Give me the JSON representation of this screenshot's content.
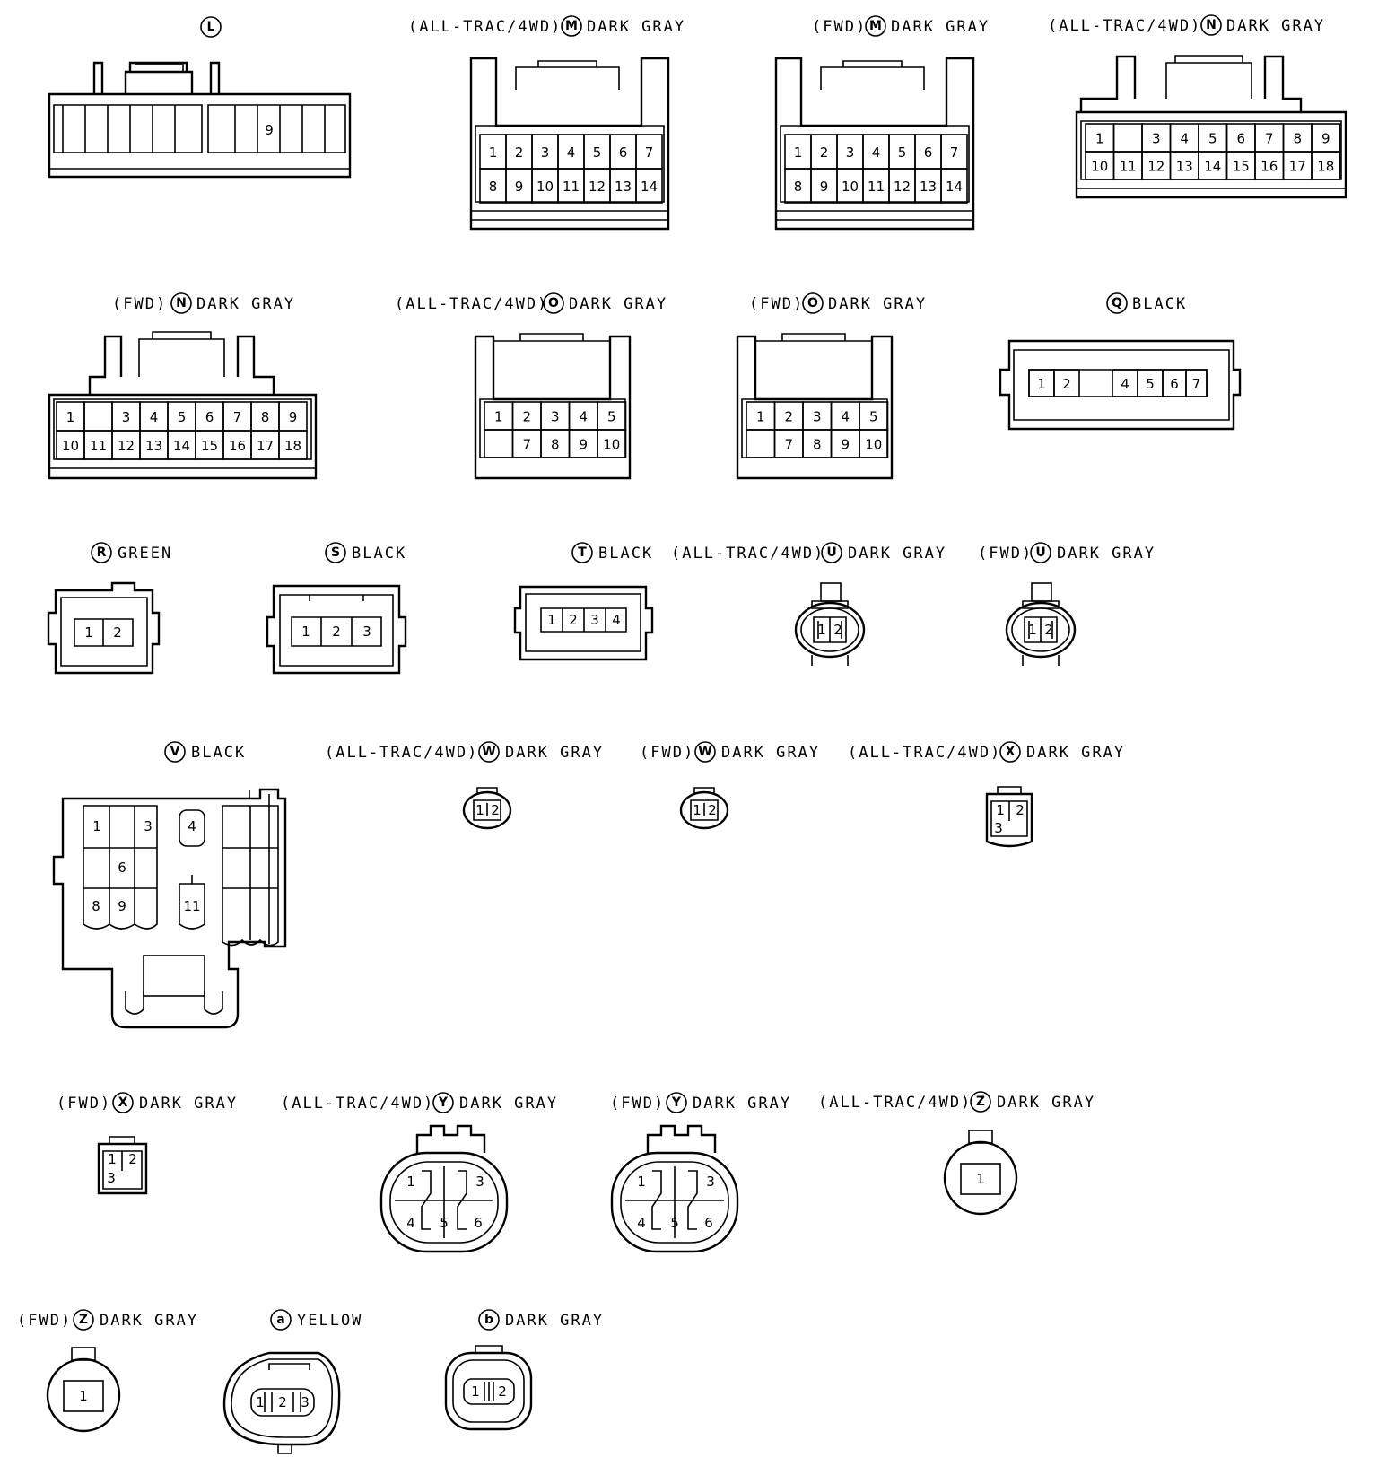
{
  "connectors": {
    "L": {
      "id": "L",
      "variant": "",
      "color": ""
    },
    "M1": {
      "id": "M",
      "variant": "(ALL-TRAC/4WD)",
      "color": "DARK GRAY",
      "pins": [
        "1",
        "2",
        "3",
        "4",
        "5",
        "6",
        "7",
        "8",
        "9",
        "10",
        "11",
        "12",
        "13",
        "14"
      ]
    },
    "M2": {
      "id": "M",
      "variant": "(FWD)",
      "color": "DARK GRAY",
      "pins": [
        "1",
        "2",
        "3",
        "4",
        "5",
        "6",
        "7",
        "8",
        "9",
        "10",
        "11",
        "12",
        "13",
        "14"
      ]
    },
    "N1": {
      "id": "N",
      "variant": "(ALL-TRAC/4WD)",
      "color": "DARK GRAY",
      "pins": [
        "1",
        "",
        "3",
        "4",
        "5",
        "6",
        "7",
        "8",
        "9",
        "10",
        "11",
        "12",
        "13",
        "14",
        "15",
        "16",
        "17",
        "18"
      ]
    },
    "N2": {
      "id": "N",
      "variant": "(FWD)",
      "color": "DARK GRAY",
      "pins": [
        "1",
        "",
        "3",
        "4",
        "5",
        "6",
        "7",
        "8",
        "9",
        "10",
        "11",
        "12",
        "13",
        "14",
        "15",
        "16",
        "17",
        "18"
      ]
    },
    "O1": {
      "id": "O",
      "variant": "(ALL-TRAC/4WD)",
      "color": "DARK GRAY",
      "pins": [
        "1",
        "2",
        "3",
        "4",
        "5",
        "",
        "7",
        "8",
        "9",
        "10"
      ]
    },
    "O2": {
      "id": "O",
      "variant": "(FWD)",
      "color": "DARK GRAY",
      "pins": [
        "1",
        "2",
        "3",
        "4",
        "5",
        "",
        "7",
        "8",
        "9",
        "10"
      ]
    },
    "Q": {
      "id": "Q",
      "variant": "",
      "color": "BLACK",
      "pins": [
        "1",
        "2",
        "",
        "4",
        "5",
        "6",
        "7"
      ]
    },
    "R": {
      "id": "R",
      "variant": "",
      "color": "GREEN",
      "pins": [
        "1",
        "2"
      ]
    },
    "S": {
      "id": "S",
      "variant": "",
      "color": "BLACK",
      "pins": [
        "1",
        "2",
        "3"
      ]
    },
    "T": {
      "id": "T",
      "variant": "",
      "color": "BLACK",
      "pins": [
        "1",
        "2",
        "3",
        "4"
      ]
    },
    "U1": {
      "id": "U",
      "variant": "(ALL-TRAC/4WD)",
      "color": "DARK GRAY",
      "pins": [
        "1",
        "2"
      ]
    },
    "U2": {
      "id": "U",
      "variant": "(FWD)",
      "color": "DARK GRAY",
      "pins": [
        "1",
        "2"
      ]
    },
    "V": {
      "id": "V",
      "variant": "",
      "color": "BLACK"
    },
    "W1": {
      "id": "W",
      "variant": "(ALL-TRAC/4WD)",
      "color": "DARK GRAY",
      "pins": [
        "1",
        "2"
      ]
    },
    "W2": {
      "id": "W",
      "variant": "(FWD)",
      "color": "DARK GRAY",
      "pins": [
        "1",
        "2"
      ]
    },
    "X1": {
      "id": "X",
      "variant": "(ALL-TRAC/4WD)",
      "color": "DARK GRAY",
      "pins": [
        "1",
        "2",
        "3"
      ]
    },
    "X2": {
      "id": "X",
      "variant": "(FWD)",
      "color": "DARK GRAY",
      "pins": [
        "1",
        "2",
        "3"
      ]
    },
    "Y1": {
      "id": "Y",
      "variant": "(ALL-TRAC/4WD)",
      "color": "DARK GRAY",
      "pins": [
        "1",
        "3",
        "4",
        "5",
        "6"
      ]
    },
    "Y2": {
      "id": "Y",
      "variant": "(FWD)",
      "color": "DARK GRAY",
      "pins": [
        "1",
        "3",
        "4",
        "5",
        "6"
      ]
    },
    "Z1": {
      "id": "Z",
      "variant": "(ALL-TRAC/4WD)",
      "color": "DARK GRAY",
      "pins": [
        "1"
      ]
    },
    "Z2": {
      "id": "Z",
      "variant": "(FWD)",
      "color": "DARK GRAY",
      "pins": [
        "1"
      ]
    },
    "a": {
      "id": "a",
      "variant": "",
      "color": "YELLOW",
      "pins": [
        "1",
        "2",
        "3"
      ]
    },
    "b": {
      "id": "b",
      "variant": "",
      "color": "DARK GRAY",
      "pins": [
        "1",
        "2"
      ]
    }
  },
  "pin_labels": {
    "L": [
      "9"
    ],
    "V": [
      "1",
      "3",
      "4",
      "6",
      "8",
      "9",
      "11"
    ]
  },
  "colors": {
    "line": "#000000",
    "background": "#ffffff"
  }
}
